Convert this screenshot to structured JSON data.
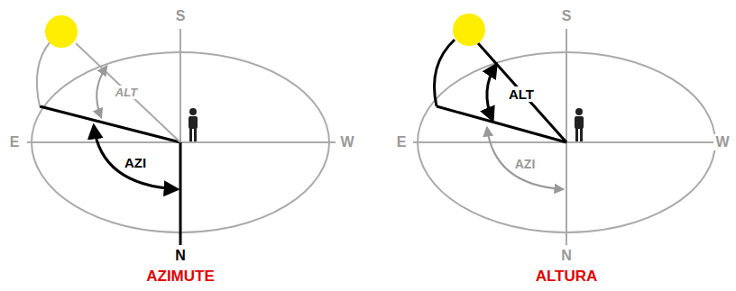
{
  "diagram": {
    "labels": [
      "S",
      "E",
      "W",
      "ALT",
      "AZI",
      "N",
      "AZIMUTE",
      "S",
      "E",
      "W",
      "ALT",
      "AZI",
      "N",
      "ALTURA"
    ]
  }
}
